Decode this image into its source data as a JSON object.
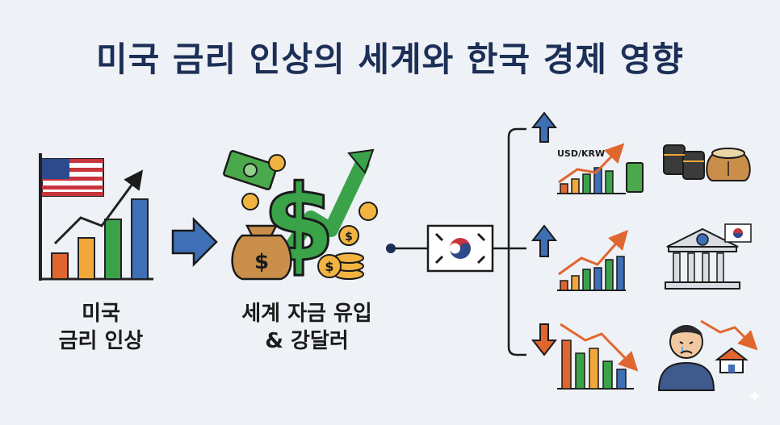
{
  "title": "미국 금리 인상의 세계와 한국 경제 영향",
  "steps": [
    {
      "line1": "미국",
      "line2": "금리 인상"
    },
    {
      "line1": "세계 자금 유입",
      "line2": "& 강달러"
    }
  ],
  "exchange_label": "USD/KRW",
  "icons": [
    "us-flag-icon",
    "bar-chart-up-icon",
    "right-arrow-icon",
    "money-bag-icon",
    "dollar-sign-icon",
    "coin-stack-icon",
    "banknote-icon",
    "korea-flag-icon",
    "up-arrow-icon",
    "down-arrow-icon",
    "oil-barrel-icon",
    "grain-sack-icon",
    "bank-building-icon",
    "crying-person-icon",
    "house-icon"
  ],
  "colors": {
    "title": "#1c2f57",
    "arrow_blue": "#3f6fb5",
    "arrow_orange": "#e0662f",
    "green": "#3aa34a",
    "chart_blue": "#3f6fb5"
  },
  "sparkle": "✦"
}
